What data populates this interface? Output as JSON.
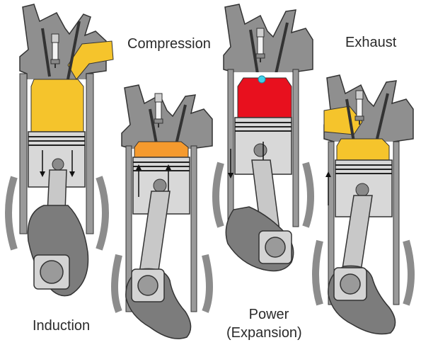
{
  "strokes": [
    {
      "id": "induction",
      "label": "Induction",
      "chamber_color": "#f5c42c",
      "piston_motion": "down"
    },
    {
      "id": "compression",
      "label": "Compression",
      "chamber_color": "#f59a2e",
      "piston_motion": "up"
    },
    {
      "id": "power",
      "label_line1": "Power",
      "label_line2": "(Expansion)",
      "chamber_color": "#e8101e",
      "spark_color": "#3fd0e8",
      "piston_motion": "down"
    },
    {
      "id": "exhaust",
      "label": "Exhaust",
      "chamber_color": "#f5c42c",
      "piston_motion": "up"
    }
  ],
  "colors": {
    "metal_dark": "#7a7a7a",
    "metal_mid": "#a6a6a6",
    "metal_light": "#d4d4d4",
    "outline": "#2f2f2f"
  }
}
